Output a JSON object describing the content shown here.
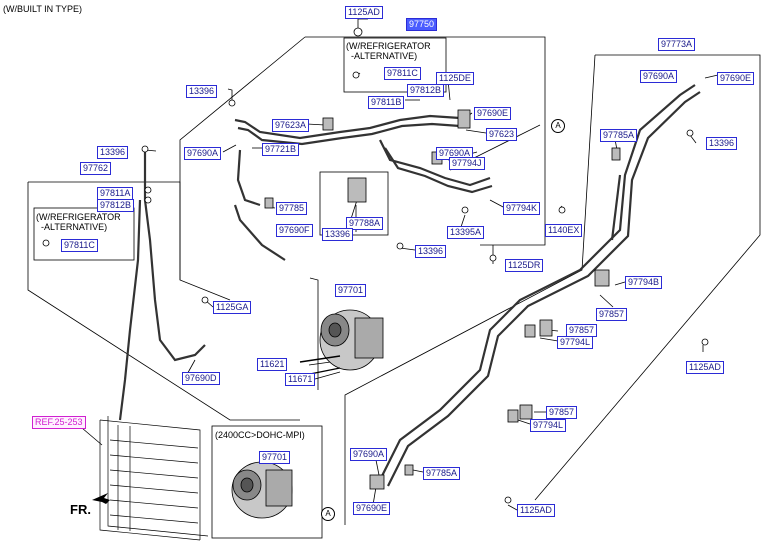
{
  "header": {
    "type_note": "(W/BUILT IN TYPE)"
  },
  "notes": {
    "refrigerator_top": "(W/REFRIGERATOR\n  -ALTERNATIVE)",
    "refrigerator_left": "(W/REFRIGERATOR\n  -ALTERNATIVE)",
    "engine": "(2400CC>DOHC-MPI)",
    "fr": "FR.",
    "conn_a": "A"
  },
  "labels": {
    "p1125AD_top": "1125AD",
    "p97750": "97750",
    "p97811C_top": "97811C",
    "p1125DE": "1125DE",
    "p97812B_top": "97812B",
    "p97811B": "97811B",
    "p97690E_mid": "97690E",
    "p97623": "97623",
    "p13396_a": "13396",
    "p97623A": "97623A",
    "p97690A_left": "97690A",
    "p97721B": "97721B",
    "p97690A_mid": "97690A",
    "p97794J": "97794J",
    "p97785": "97785",
    "p97788A": "97788A",
    "p13396_b": "13396",
    "p97794K": "97794K",
    "p13395A": "13395A",
    "p1140EX": "1140EX",
    "p13396_c": "13396",
    "p1125DR": "1125DR",
    "p97690F": "97690F",
    "p13396_d": "13396",
    "p97762": "97762",
    "p97811A": "97811A",
    "p97812B_left": "97812B",
    "p97811C_left": "97811C",
    "p1125GA": "1125GA",
    "p97701_top": "97701",
    "p11621": "11621",
    "p11671": "11671",
    "p97690D": "97690D",
    "pREF": "REF.25-253",
    "p97701_bottom": "97701",
    "p97773A": "97773A",
    "p97690A_right": "97690A",
    "p97690E_right": "97690E",
    "p97785A_right": "97785A",
    "p13396_e": "13396",
    "p97794B": "97794B",
    "p97857_a": "97857",
    "p97857_b": "97857",
    "p97794L_a": "97794L",
    "p1125AD_right": "1125AD",
    "p97857_c": "97857",
    "p97794L_b": "97794L",
    "p97690A_bottom": "97690A",
    "p97785A_bottom": "97785A",
    "p97690E_bottom": "97690E",
    "p1125AD_bottom": "1125AD"
  }
}
